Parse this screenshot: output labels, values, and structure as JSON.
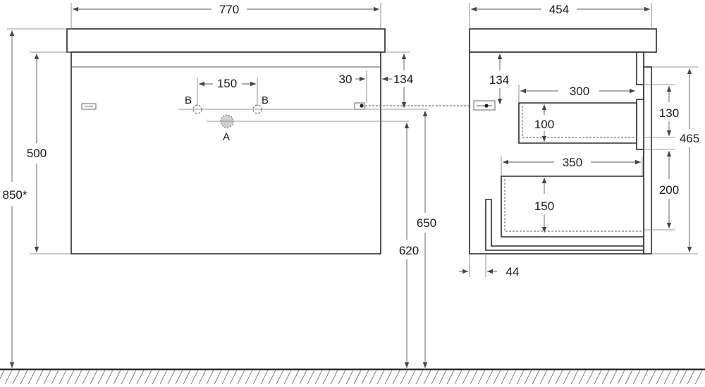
{
  "dimensions": {
    "front_width": "770",
    "side_depth": "454",
    "front_height": "500",
    "total_height": "850*",
    "hole_spacing": "150",
    "side_offset": "30",
    "front_hole_height": "134",
    "side_hole_height": "134",
    "floor_to_top_holes": "650",
    "floor_to_center_hole": "620",
    "upper_drawer_depth": "300",
    "upper_drawer_inner": "100",
    "upper_drawer_front": "130",
    "side_height": "465",
    "lower_drawer_depth": "350",
    "lower_drawer_inner": "150",
    "lower_drawer_front": "200",
    "wall_gap": "44"
  },
  "labels": {
    "hole_b_left": "B",
    "hole_b_right": "B",
    "hole_a": "A"
  }
}
